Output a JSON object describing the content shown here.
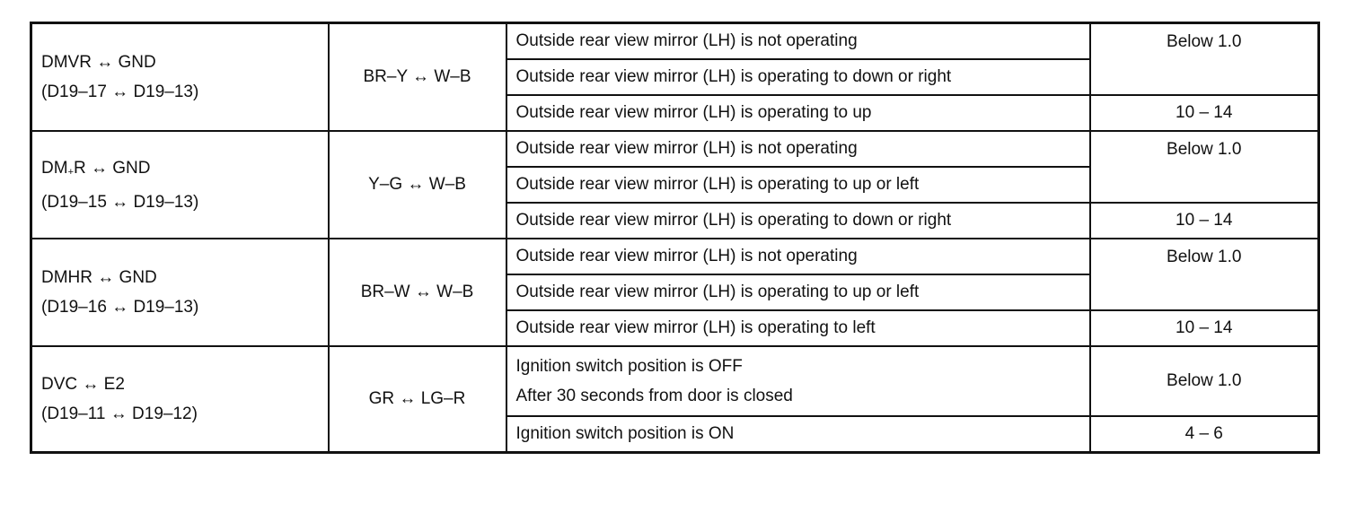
{
  "rows": [
    {
      "terminal": "DMVR ↔ GND",
      "pins": "(D19–17 ↔ D19–13)",
      "wire": "BR–Y ↔ W–B",
      "conditions": [
        "Outside rear view mirror (LH) is not operating",
        "Outside rear view mirror (LH) is operating to down or right",
        "Outside rear view mirror (LH) is operating to up"
      ],
      "value_a": "Below 1.0",
      "value_b": "10 – 14"
    },
    {
      "terminal_prefix": "DM",
      "terminal_sub": "+",
      "terminal_suffix": "R ↔ GND",
      "pins": "(D19–15 ↔ D19–13)",
      "wire": "Y–G ↔ W–B",
      "conditions": [
        "Outside rear view mirror (LH) is not operating",
        "Outside rear view mirror (LH) is operating to up or left",
        "Outside rear view mirror (LH) is operating to down or right"
      ],
      "value_a": "Below 1.0",
      "value_b": "10 – 14"
    },
    {
      "terminal": "DMHR ↔ GND",
      "pins": "(D19–16 ↔ D19–13)",
      "wire": "BR–W ↔ W–B",
      "conditions": [
        "Outside rear view mirror (LH) is not operating",
        "Outside rear view mirror (LH) is operating to up or left",
        "Outside rear view mirror (LH) is operating to left"
      ],
      "value_a": "Below 1.0",
      "value_b": "10 – 14"
    },
    {
      "terminal": "DVC ↔ E2",
      "pins": "(D19–11 ↔ D19–12)",
      "wire": "GR ↔ LG–R",
      "conditions": [
        "Ignition switch position is OFF",
        "After 30 seconds from door is closed",
        "Ignition switch position is ON"
      ],
      "value_a": "Below 1.0",
      "value_b": "4 – 6"
    }
  ]
}
